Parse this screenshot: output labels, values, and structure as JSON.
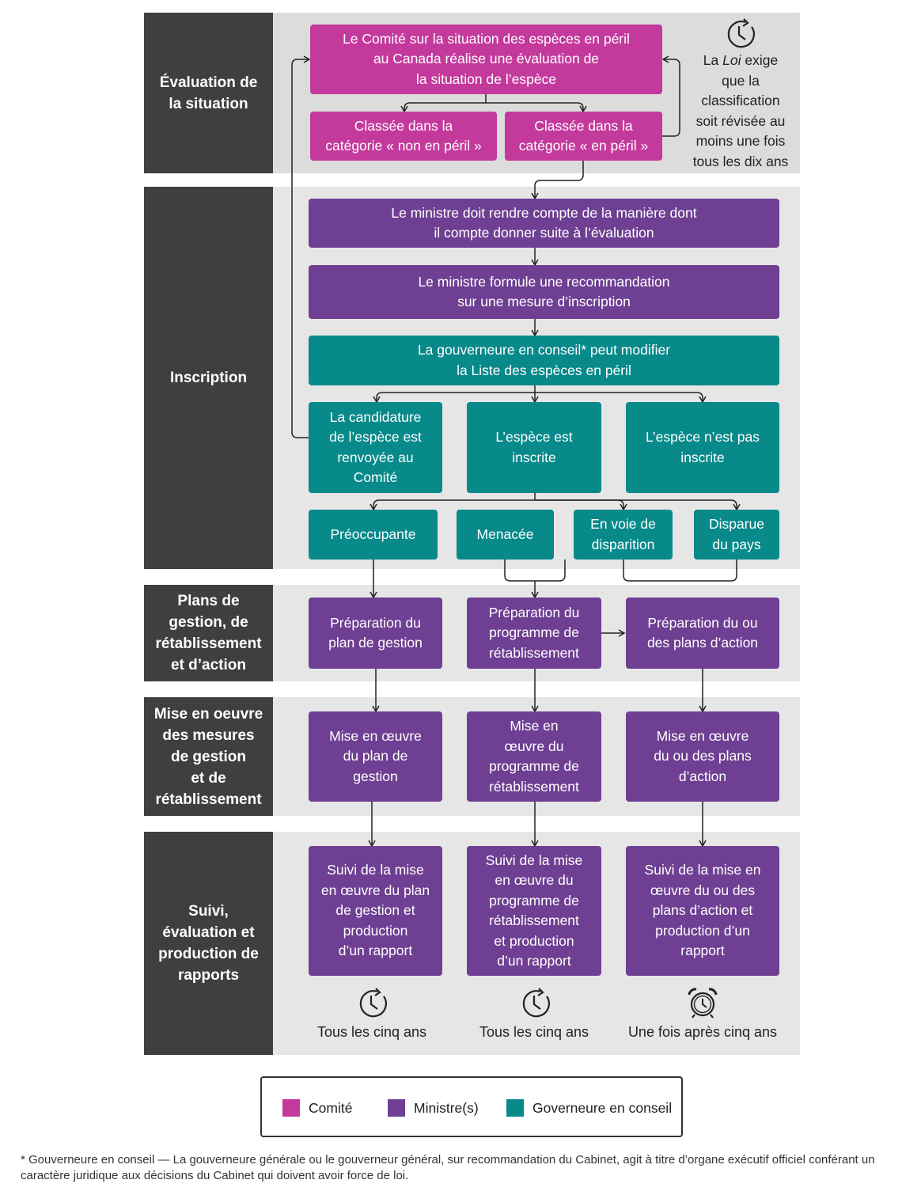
{
  "sections": [
    {
      "label": "Évaluation de\nla situation"
    },
    {
      "label": "Inscription"
    },
    {
      "label": "Plans de\ngestion, de\nrétablissement\net d’action"
    },
    {
      "label": "Mise en oeuvre\ndes mesures\nde gestion\net de\nrétablissement"
    },
    {
      "label": "Suivi,\névaluation et\nproduction de\nrapports"
    }
  ],
  "boxes": {
    "committee_assessment": "Le Comité sur la situation des espèces en péril\nau Canada réalise une évaluation de\nla situation de l’espèce",
    "not_at_risk": "Classée dans la\ncatégorie « non en péril »",
    "at_risk": "Classée dans la\ncatégorie « en péril »",
    "minister_report": "Le ministre doit rendre compte de la manière dont\nil compte donner suite à l’évaluation",
    "minister_recommend": "Le ministre formule une recommandation\nsur une mesure d’inscription",
    "governor_modify": "La gouverneure en conseil* peut modifier\nla Liste des espèces en péril",
    "referred_back": "La candidature\nde l’espèce est\nrenvoyée au\nComité",
    "listed": "L’espèce est\ninscrite",
    "not_listed": "L’espèce n’est pas\ninscrite",
    "special_concern": "Préoccupante",
    "threatened": "Menacée",
    "endangered": "En voie de\ndisparition",
    "extirpated": "Disparue\ndu pays",
    "prep_management": "Préparation du\nplan de gestion",
    "prep_recovery": "Préparation du\nprogramme de\nrétablissement",
    "prep_action": "Préparation du ou\ndes plans d’action",
    "impl_management": "Mise en œuvre\ndu plan de\ngestion",
    "impl_recovery": "Mise en\nœuvre du\nprogramme de\nrétablissement",
    "impl_action": "Mise en œuvre\ndu ou des plans\nd’action",
    "monitor_management": "Suivi de la mise\nen œuvre du plan\nde gestion et\nproduction\nd’un rapport",
    "monitor_recovery": "Suivi de la mise\nen œuvre du\nprogramme de\nrétablissement\net production\nd’un rapport",
    "monitor_action": "Suivi de la mise en\nœuvre du ou des\nplans d’action et\nproduction d’un\nrapport"
  },
  "review_note": {
    "pre": "La ",
    "em": "Loi",
    "post": " exige\nque la\nclassification\nsoit révisée au\nmoins une fois\ntous les dix ans"
  },
  "frequencies": [
    "Tous les cinq ans",
    "Tous les cinq ans",
    "Une fois après cinq ans"
  ],
  "legend": [
    {
      "label": "Comité",
      "color": "#c4399c"
    },
    {
      "label": "Ministre(s)",
      "color": "#6e3f92"
    },
    {
      "label": "Governeure en conseil",
      "color": "#08898a"
    }
  ],
  "footnote": "* Gouverneure en conseil — La gouverneure générale ou le gouverneur général, sur recommandation du Cabinet, agit à titre d’organe exécutif officiel conférant un caractère juridique aux décisions du Cabinet qui doivent avoir force de loi."
}
